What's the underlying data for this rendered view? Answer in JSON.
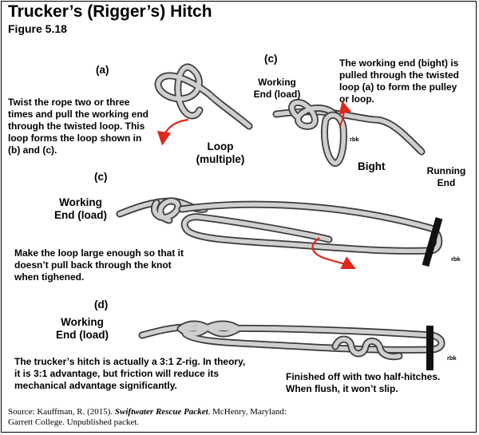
{
  "title": "Trucker’s (Rigger’s) Hitch",
  "figure": "Figure 5.18",
  "colors": {
    "rope_outline": "#3a3a3a",
    "rope_fill": "#cfcfcf",
    "arrow": "#e0281c",
    "bar": "#111111"
  },
  "panel_a": {
    "tag": "(a)",
    "instruction": "Twist the rope two or three\ntimes and pull the working end\nthrough the twisted loop. This\nloop forms the loop shown in\n(b) and (c).",
    "loop_label": "Loop\n(multiple)"
  },
  "panel_c_top": {
    "tag": "(c)",
    "instruction": "The working end (bight) is\npulled through the twisted\nloop (a) to form the pulley\nor loop.",
    "working_end": "Working\nEnd (load)",
    "bight": "Bight",
    "running_end": "Running\nEnd",
    "credit": "rbk"
  },
  "panel_c_mid": {
    "tag": "(c)",
    "working_end": "Working\nEnd (load)",
    "instruction": "Make the loop large enough so that it\ndoesn’t pull back through the knot\nwhen tighened.",
    "credit": "rbk"
  },
  "panel_d": {
    "tag": "(d)",
    "working_end": "Working\nEnd (load)",
    "instruction": "The trucker’s hitch is actually a 3:1 Z-rig. In theory,\nit is 3:1 advantage, but friction will reduce its\nmechanical advantage significantly.",
    "finish_note": "Finished off with two half-hitches.\nWhen flush, it won’t slip.",
    "credit": "rbk"
  },
  "source": {
    "prefix": "Source: Kauffman, R. (2015). ",
    "publication": "Swiftwater Rescue Packet",
    "suffix": ". McHenry, Maryland:\nGarrett College. Unpublished packet."
  }
}
